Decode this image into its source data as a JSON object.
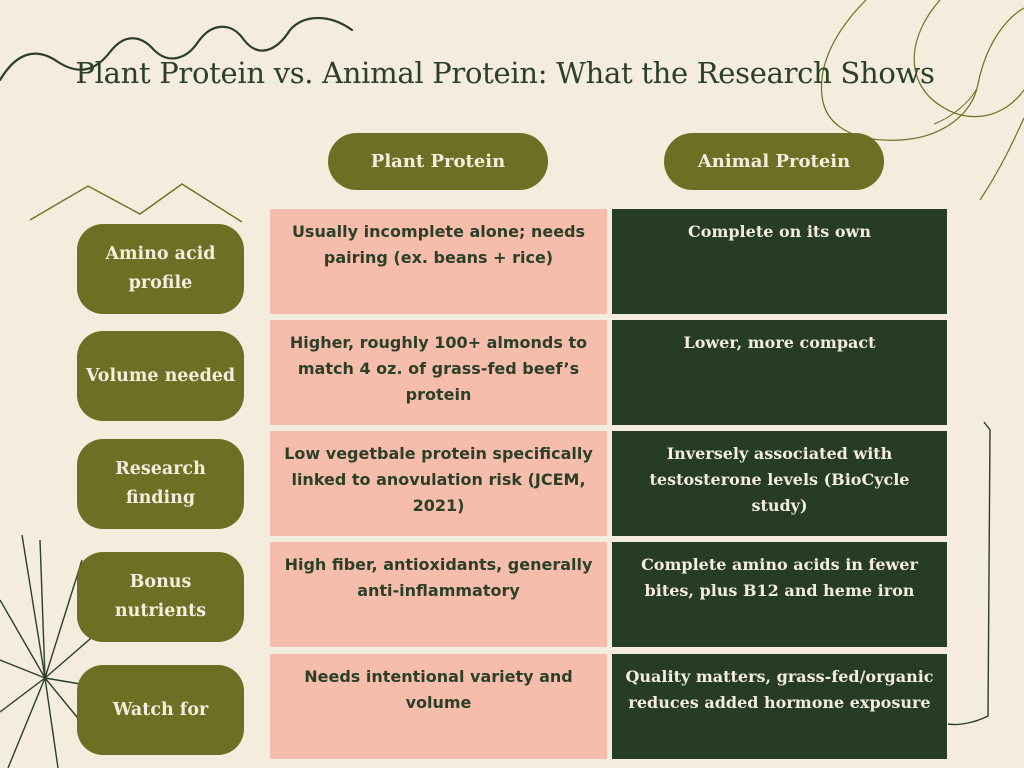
{
  "title": "Plant Protein vs. Animal Protein: What the Research Shows",
  "columns": {
    "plant": "Plant Protein",
    "animal": "Animal Protein"
  },
  "rows": [
    {
      "label": "Amino acid profile",
      "plant": "Usually incomplete alone; needs pairing (ex. beans + rice)",
      "animal": "Complete on its own"
    },
    {
      "label": "Volume needed",
      "plant": "Higher, roughly 100+ almonds to match 4 oz. of grass-fed beef’s protein",
      "animal": "Lower, more compact"
    },
    {
      "label": "Research finding",
      "plant": "Low vegetbale protein specifically linked to anovulation risk (JCEM, 2021)",
      "animal": "Inversely associated with testosterone levels (BioCycle study)"
    },
    {
      "label": "Bonus nutrients",
      "plant": "High fiber, antioxidants, generally anti-inflammatory",
      "animal": "Complete amino acids in fewer bites, plus B12 and heme iron"
    },
    {
      "label": "Watch for",
      "plant": "Needs intentional variety and volume",
      "animal": "Quality matters, grass-fed/organic reduces added hormone exposure"
    }
  ],
  "colors": {
    "background": "#f4ecdc",
    "olive": "#6e6f24",
    "pink": "#f6bdad",
    "dark_green": "#263d23",
    "title_text": "#2b4027"
  }
}
